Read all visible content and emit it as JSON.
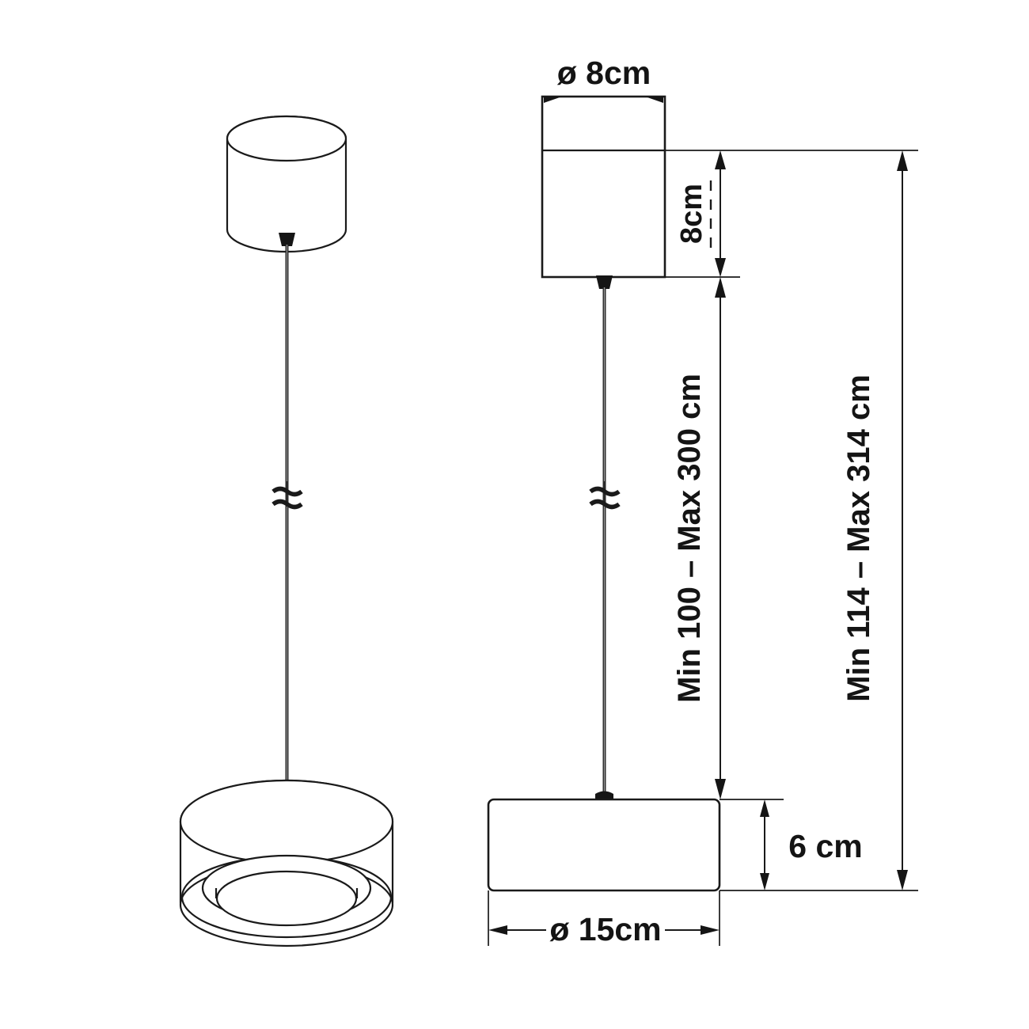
{
  "drawing": {
    "title": "Pendant lamp technical dimension drawing",
    "background_color": "#ffffff",
    "line_color": "#1a1a1a",
    "cable_color": "#2b2b2b"
  },
  "views": {
    "perspective": {
      "name": "3D perspective view",
      "parts": {
        "canopy": "ceiling-canopy-cylinder",
        "cable": "suspension-cable",
        "break_symbol": "cable-break-symbol",
        "shade": "lamp-shade-cylinder",
        "diffuser": "lamp-diffuser-rings"
      }
    },
    "elevation": {
      "name": "Front elevation view",
      "parts": {
        "canopy": "ceiling-canopy-rectangle",
        "cable": "suspension-cable",
        "break_symbol": "cable-break-symbol",
        "shade": "lamp-body-rounded-rectangle"
      }
    }
  },
  "dimensions": {
    "canopy_diameter": {
      "label": "ø 8cm",
      "value": 8,
      "unit": "cm",
      "kind": "diameter",
      "applies_to": "ceiling-canopy"
    },
    "canopy_height": {
      "label": "8cm",
      "value": 8,
      "unit": "cm",
      "kind": "height",
      "applies_to": "ceiling-canopy",
      "rotated": true
    },
    "suspension_range": {
      "label": "Min 100 – Max 300 cm",
      "min": 100,
      "max": 300,
      "unit": "cm",
      "kind": "range",
      "applies_to": "cable-drop",
      "rotated": true
    },
    "total_range": {
      "label": "Min 114 – Max 314 cm",
      "min": 114,
      "max": 314,
      "unit": "cm",
      "kind": "range",
      "applies_to": "overall-height",
      "rotated": true
    },
    "shade_height": {
      "label": "6 cm",
      "value": 6,
      "unit": "cm",
      "kind": "height",
      "applies_to": "lamp-body"
    },
    "shade_diameter": {
      "label": "ø 15cm",
      "value": 15,
      "unit": "cm",
      "kind": "diameter",
      "applies_to": "lamp-body"
    }
  }
}
